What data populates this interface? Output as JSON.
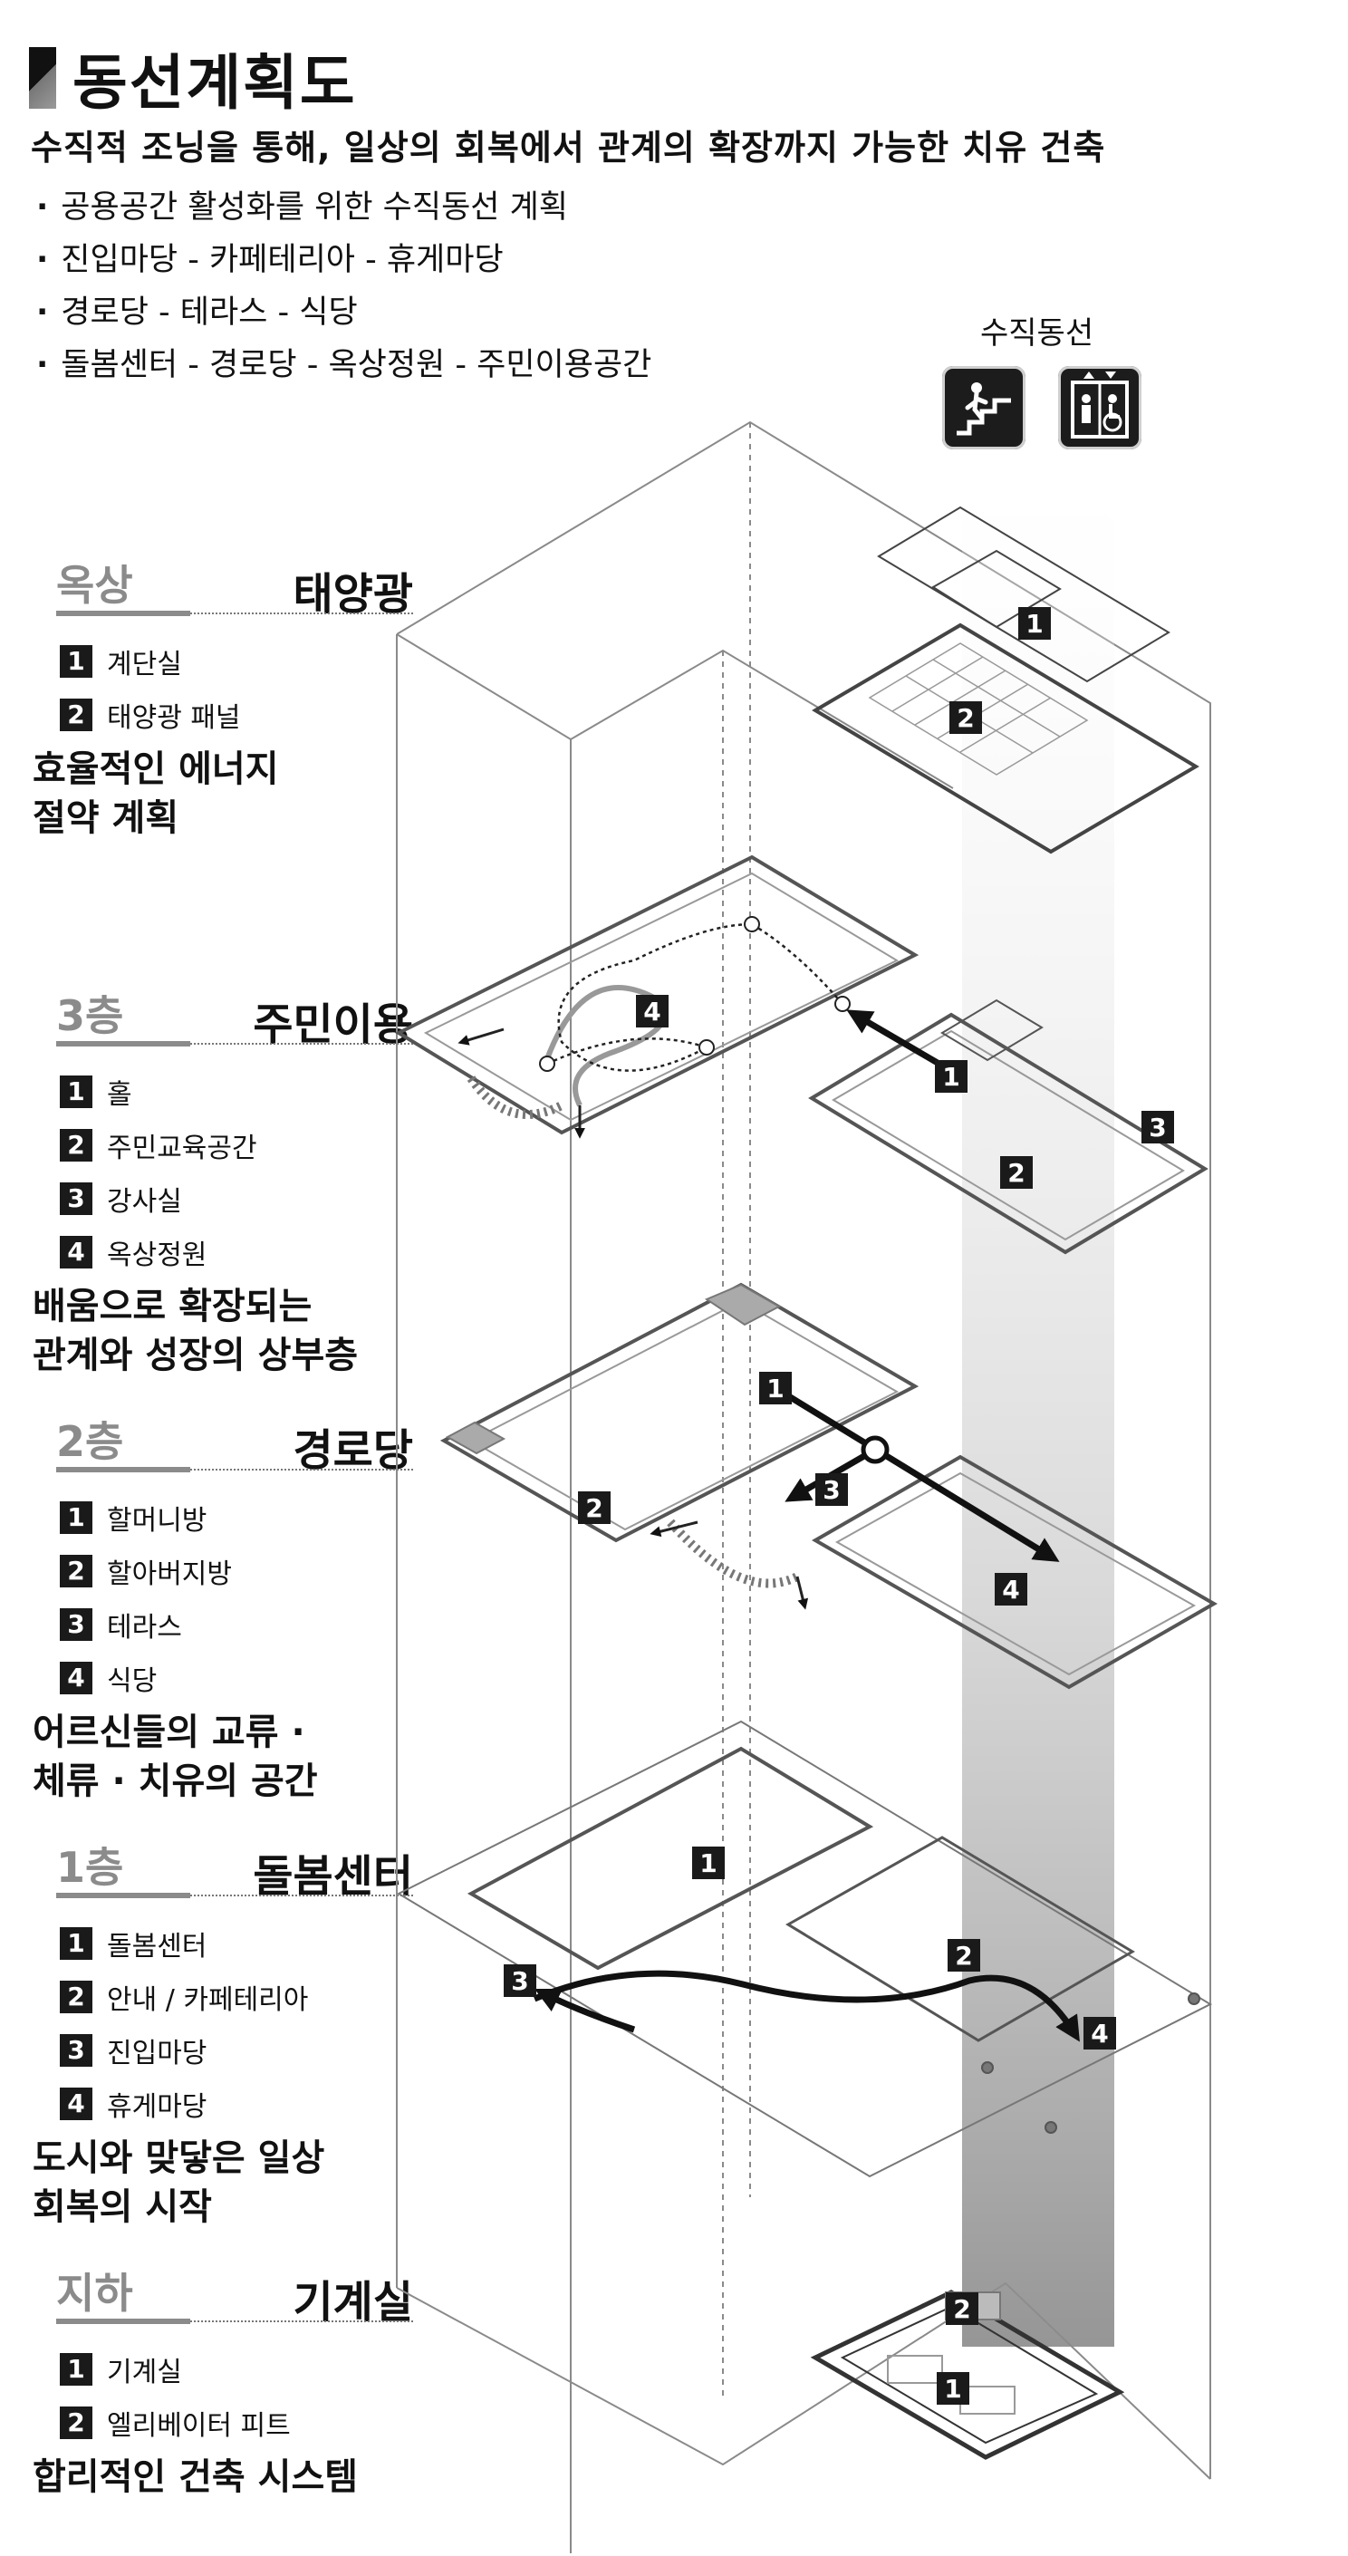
{
  "title": "동선계획도",
  "subtitle": "수직적 조닝을 통해, 일상의 회복에서 관계의 확장까지 가능한 치유 건축",
  "bullets": [
    "공용공간 활성화를 위한 수직동선 계획",
    "진입마당 - 카페테리아 - 휴게마당",
    "경로당 - 테라스 - 식당",
    "돌봄센터 - 경로당 - 옥상정원 - 주민이용공간"
  ],
  "vertical_circulation": {
    "label": "수직동선",
    "icons": [
      "stairs-icon",
      "elevator-icon"
    ]
  },
  "floors": [
    {
      "level": "옥상",
      "name": "태양광",
      "items": [
        {
          "num": "1",
          "label": "계단실"
        },
        {
          "num": "2",
          "label": "태양광 패널"
        }
      ],
      "desc": "효율적인 에너지\n절약 계획",
      "diagram_markers": [
        "1",
        "2"
      ]
    },
    {
      "level": "3층",
      "name": "주민이용",
      "items": [
        {
          "num": "1",
          "label": "홀"
        },
        {
          "num": "2",
          "label": "주민교육공간"
        },
        {
          "num": "3",
          "label": "강사실"
        },
        {
          "num": "4",
          "label": "옥상정원"
        }
      ],
      "desc": "배움으로 확장되는\n관계와 성장의 상부층",
      "diagram_markers": [
        "4",
        "1",
        "3",
        "2"
      ]
    },
    {
      "level": "2층",
      "name": "경로당",
      "items": [
        {
          "num": "1",
          "label": "할머니방"
        },
        {
          "num": "2",
          "label": "할아버지방"
        },
        {
          "num": "3",
          "label": "테라스"
        },
        {
          "num": "4",
          "label": "식당"
        }
      ],
      "desc": "어르신들의 교류 ·\n체류 · 치유의 공간",
      "diagram_markers": [
        "1",
        "2",
        "3",
        "4"
      ]
    },
    {
      "level": "1층",
      "name": "돌봄센터",
      "items": [
        {
          "num": "1",
          "label": "돌봄센터"
        },
        {
          "num": "2",
          "label": "안내 / 카페테리아"
        },
        {
          "num": "3",
          "label": "진입마당"
        },
        {
          "num": "4",
          "label": "휴게마당"
        }
      ],
      "desc": "도시와 맞닿은 일상\n회복의 시작",
      "diagram_markers": [
        "1",
        "2",
        "3",
        "4"
      ]
    },
    {
      "level": "지하",
      "name": "기계실",
      "items": [
        {
          "num": "1",
          "label": "기계실"
        },
        {
          "num": "2",
          "label": "엘리베이터 피트"
        }
      ],
      "desc": "합리적인 건축 시스템",
      "diagram_markers": [
        "2",
        "1"
      ]
    }
  ],
  "colors": {
    "ink": "#111111",
    "level_grey": "#8b8b8b",
    "shaft_grey": "#9a9a9a",
    "plan_line": "#555555"
  }
}
